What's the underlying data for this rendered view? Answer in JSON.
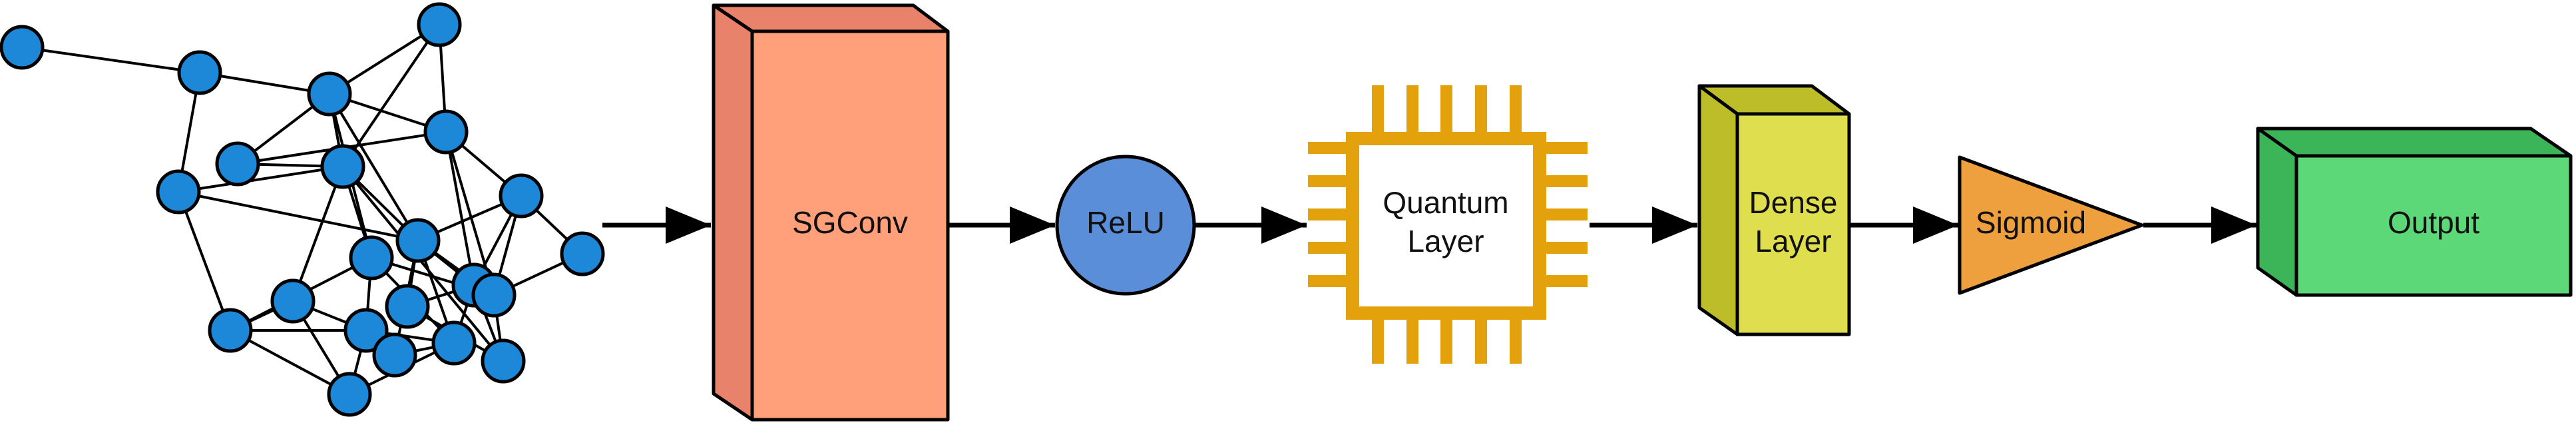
{
  "blocks": {
    "sgconv": {
      "label": "SGConv",
      "front": "#FFA07A",
      "side": "#E8826A",
      "top": "#E8826A"
    },
    "relu": {
      "label": "ReLU",
      "fill": "#5B8ED8"
    },
    "quantum": {
      "line1": "Quantum",
      "line2": "Layer",
      "pin": "#E3A10C"
    },
    "dense": {
      "line1": "Dense",
      "line2": "Layer",
      "front": "#DEDE4E",
      "side": "#BDBD29",
      "top": "#BDBD29"
    },
    "sigmoid": {
      "label": "Sigmoid",
      "fill": "#EDA03D"
    },
    "output": {
      "label": "Output",
      "front": "#5DD879",
      "side": "#3CB558",
      "top": "#3CB558"
    }
  },
  "graph": {
    "node_color": "#1E88D8",
    "node_count": 22,
    "edge_count": 52
  }
}
